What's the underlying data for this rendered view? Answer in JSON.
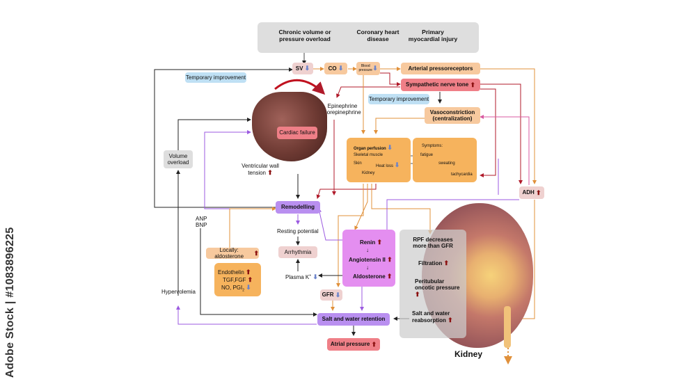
{
  "header": {
    "cause1": "Chronic volume or pressure overload",
    "cause2": "Coronary heart disease",
    "cause3": "Primary myocardial injury"
  },
  "nodes": {
    "sv": "SV",
    "co": "CO",
    "blood_pressure": "Blood pressure",
    "arterial_pressoreceptors": "Arterial pressoreceptors",
    "sympathetic_tone": "Sympathetic nerve tone",
    "temporary_improvement_1": "Temporary improvement",
    "temporary_improvement_2": "Temporary improvement",
    "epinephrine": "Epinephrine norepinephrine",
    "vasoconstriction": "Vasoconstriction (centralization)",
    "cardiac_failure": "Cardiac failure",
    "volume_overload": "Volume overload",
    "ventricular_wall_tension": "Ventricular wall tension",
    "organ_perfusion": "Organ perfusion",
    "skeletal_muscle": "Skeletal muscle",
    "skin": "Skin",
    "heat_loss": "Heat loss",
    "kidney_small": "Kidney",
    "symptoms": "Symptoms:",
    "fatigue": "fatigue",
    "sweating": "sweating",
    "tachycardia": "tachycardia",
    "adh": "ADH",
    "remodelling": "Remodelling",
    "anp_bnp": "ANP BNP",
    "resting_potential": "Resting potential",
    "arrhythmia": "Arrhythmia",
    "plasma_k": "Plasma K",
    "locally_aldosterone": "Locally: aldosterone",
    "endothelin": "Endothelin",
    "tgf": "TGF,FGF",
    "no_pgi": "NO, PGI",
    "renin": "Renin",
    "angiotensin": "Angiotensin II",
    "aldosterone": "Aldosterone",
    "rpf": "RPF decreases more than GFR",
    "filtration": "Filtration",
    "peritubular": "Peritubular oncotic pressure",
    "salt_water_reabsorption": "Salt and water reabsorption",
    "gfr": "GFR",
    "hypervolemia": "Hypervolemia",
    "salt_water_retention": "Salt and water retention",
    "atrial_pressure": "Atrial pressure",
    "kidney": "Kidney"
  },
  "arrows": {
    "up": "⬆",
    "down": "⬇"
  },
  "watermark": "Adobe Stock | #1083896225",
  "colors": {
    "peach": "#f7c99e",
    "red": "#ef7f87",
    "blue": "#bfe0f4",
    "purple": "#b98ff0",
    "orange": "#f6b35d",
    "gray": "#dedede"
  }
}
